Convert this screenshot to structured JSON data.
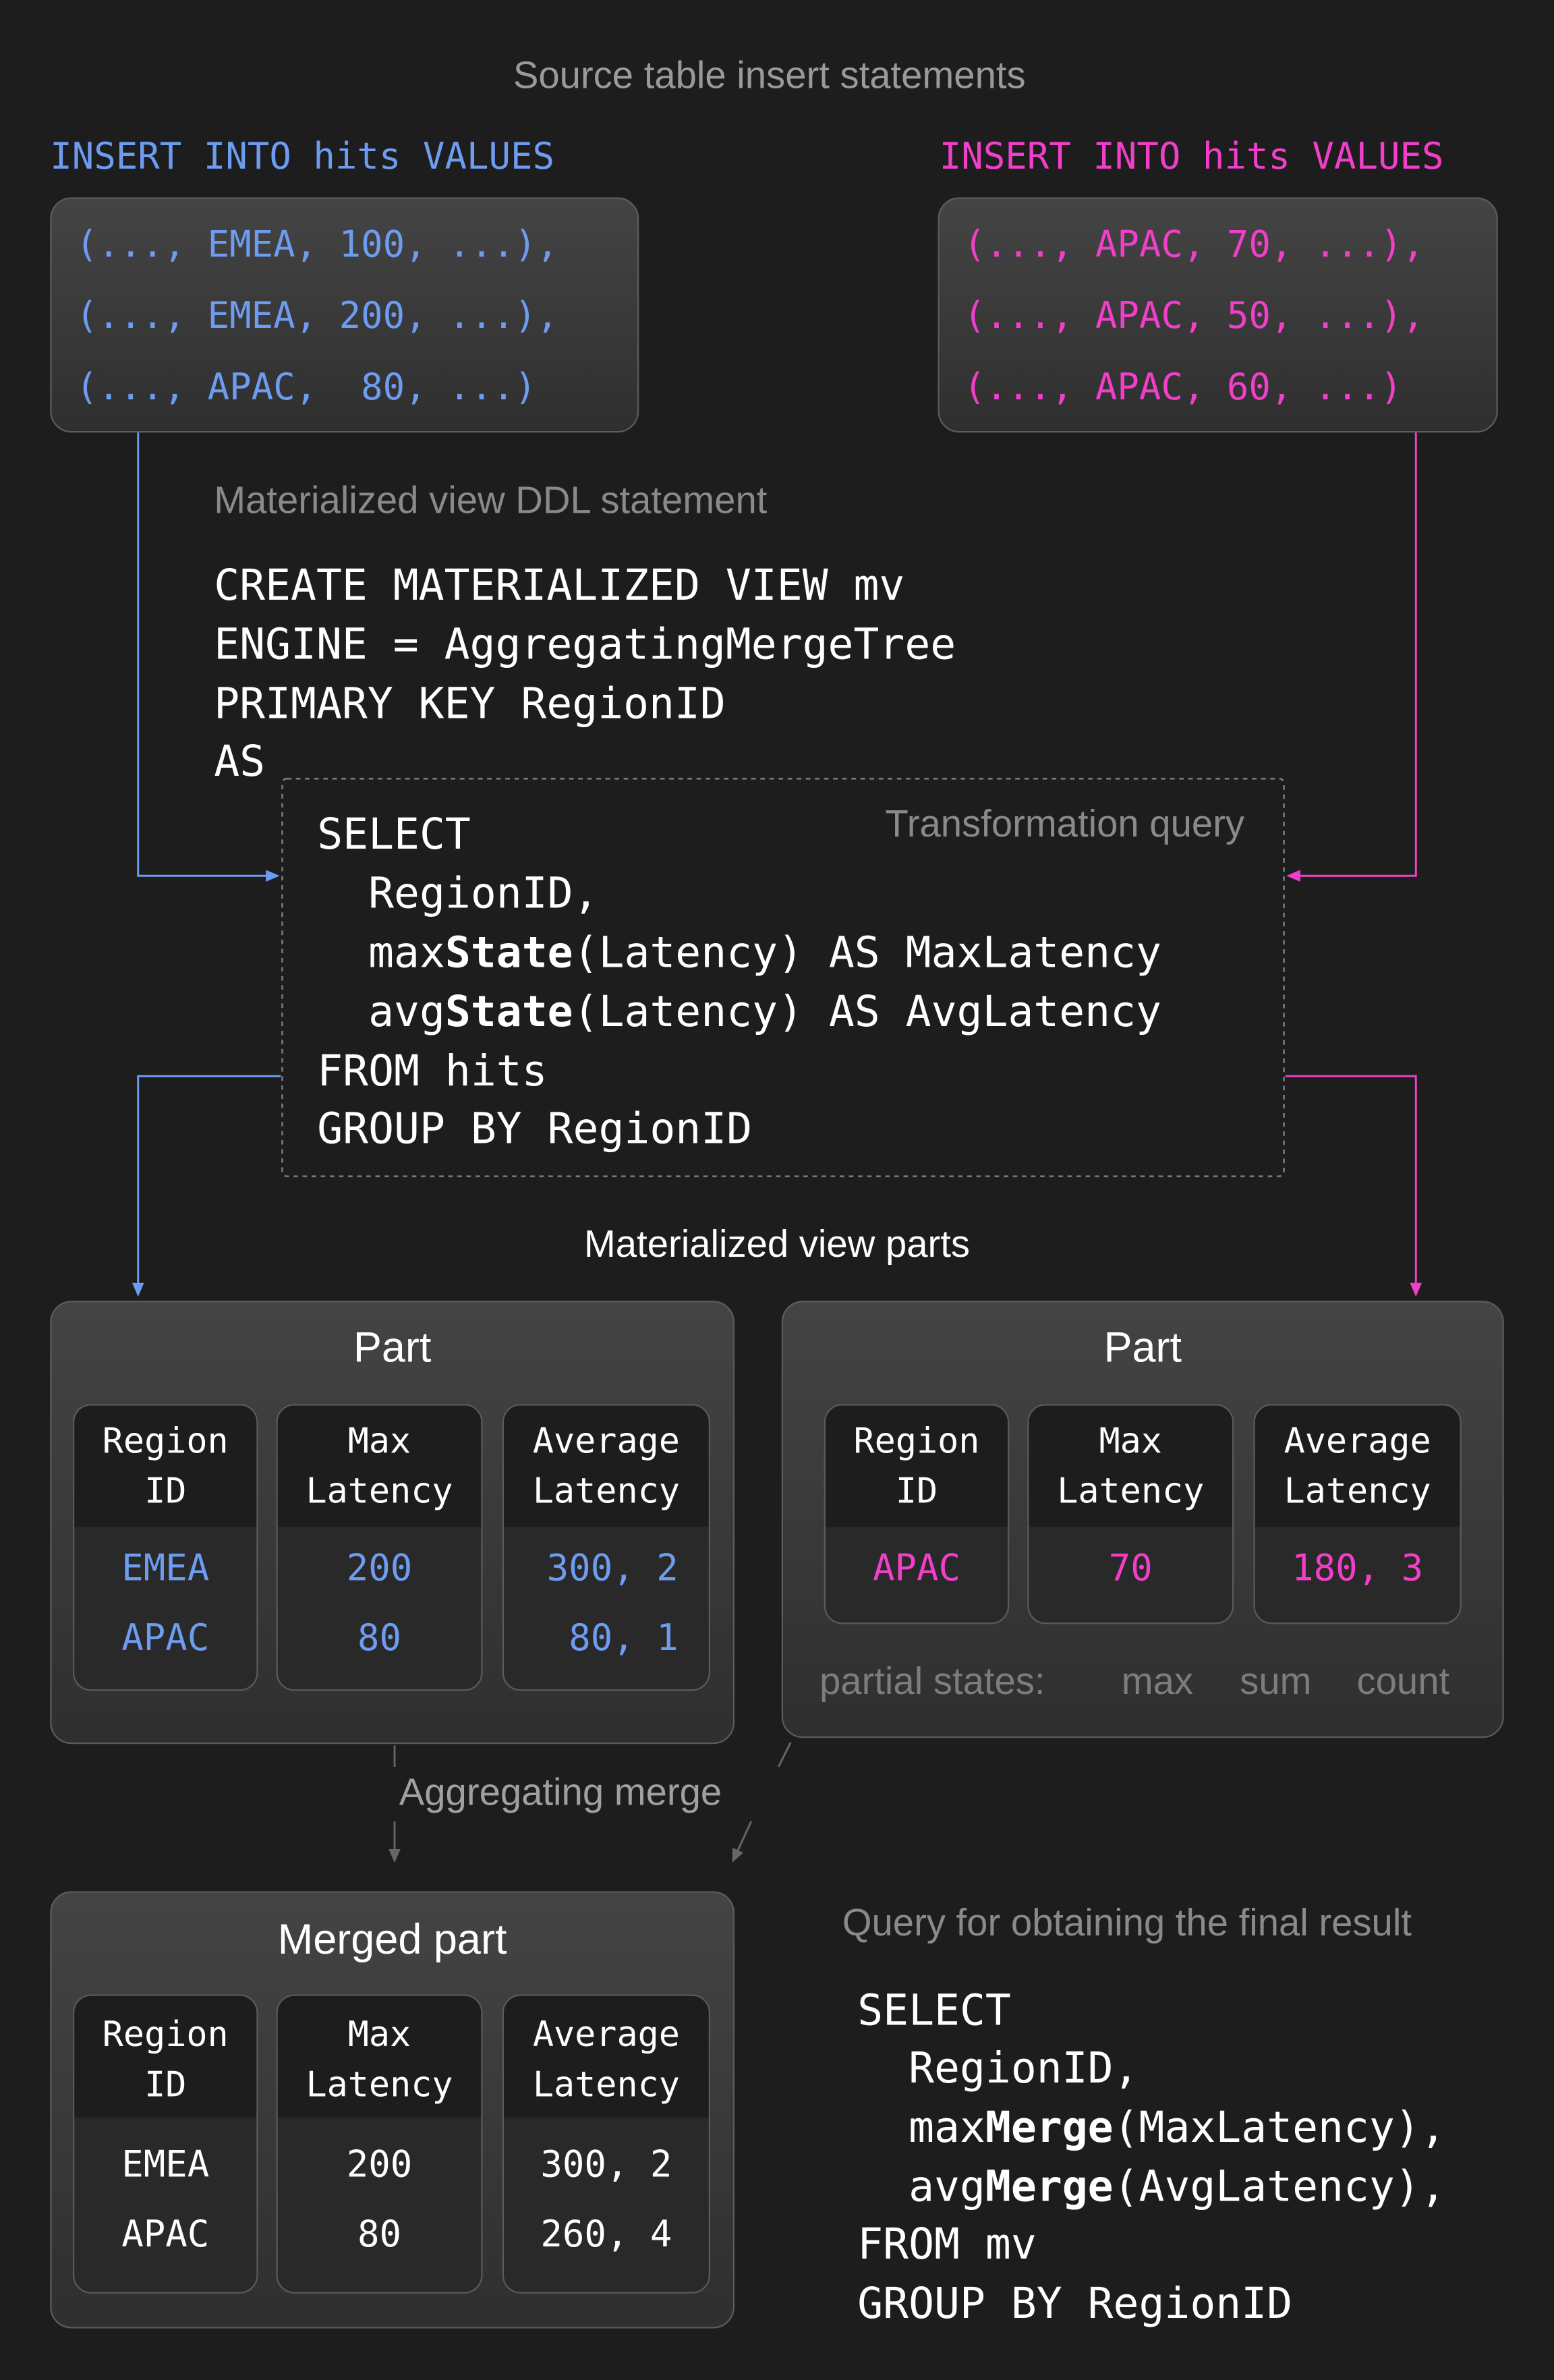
{
  "colors": {
    "blue": "#6d9cf0",
    "pink": "#f23fc9",
    "background": "#1d1d1d"
  },
  "source_caption": "Source table insert statements",
  "left_insert": {
    "header": "INSERT INTO hits VALUES",
    "rows": [
      "(..., EMEA, 100, ...),",
      "(..., EMEA, 200, ...),",
      "(..., APAC,  80, ...)"
    ]
  },
  "right_insert": {
    "header": "INSERT INTO hits VALUES",
    "rows": [
      "(..., APAC, 70, ...),",
      "(..., APAC, 50, ...),",
      "(..., APAC, 60, ...)"
    ]
  },
  "ddl_caption": "Materialized view DDL statement",
  "ddl_lines": [
    "CREATE MATERIALIZED VIEW mv",
    "ENGINE = AggregatingMergeTree",
    "PRIMARY KEY RegionID",
    "AS"
  ],
  "transformation": {
    "caption": "Transformation query",
    "select": "SELECT",
    "region": "  RegionID,",
    "max_pre": "  max",
    "max_bold": "State",
    "max_post": "(Latency) AS MaxLatency",
    "avg_pre": "  avg",
    "avg_bold": "State",
    "avg_post": "(Latency) AS AvgLatency",
    "from": "FROM hits",
    "group": "GROUP BY RegionID"
  },
  "parts_caption": "Materialized view parts",
  "columns": {
    "region": [
      "Region",
      "ID"
    ],
    "max": [
      "Max",
      "Latency"
    ],
    "avg": [
      "Average",
      "Latency"
    ]
  },
  "left_part": {
    "title": "Part",
    "region": [
      "EMEA",
      "APAC"
    ],
    "max": [
      "200",
      "80"
    ],
    "avg": [
      "300, 2",
      "80, 1"
    ]
  },
  "right_part": {
    "title": "Part",
    "region": [
      "APAC"
    ],
    "max": [
      "70"
    ],
    "avg": [
      "180, 3"
    ],
    "partial_label": "partial states:",
    "partial": [
      "max",
      "sum",
      "count"
    ]
  },
  "merge_caption": "Aggregating merge",
  "merged_part": {
    "title": "Merged part",
    "region": [
      "EMEA",
      "APAC"
    ],
    "max": [
      "200",
      "80"
    ],
    "avg": [
      "300, 2",
      "260, 4"
    ]
  },
  "final_query": {
    "caption": "Query for obtaining the final result",
    "select": "SELECT",
    "region": "  RegionID,",
    "max_pre": "  max",
    "max_bold": "Merge",
    "max_post": "(MaxLatency),",
    "avg_pre": "  avg",
    "avg_bold": "Merge",
    "avg_post": "(AvgLatency),",
    "from": "FROM mv",
    "group": "GROUP BY RegionID"
  }
}
